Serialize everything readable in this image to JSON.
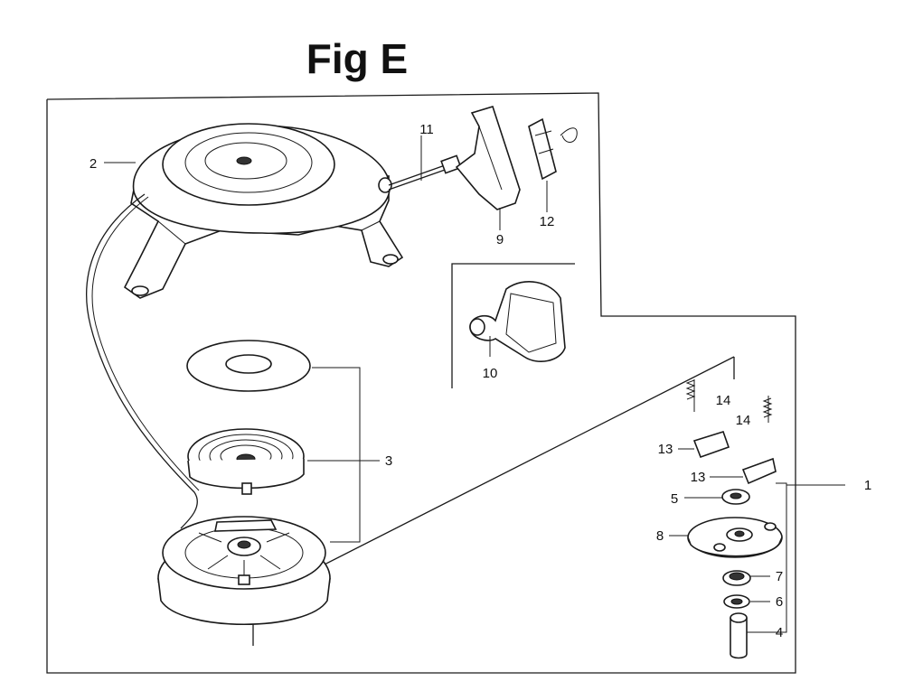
{
  "figure": {
    "title": "Fig E"
  },
  "callouts": [
    {
      "id": "label-1",
      "text": "1"
    },
    {
      "id": "label-2",
      "text": "2"
    },
    {
      "id": "label-3",
      "text": "3"
    },
    {
      "id": "label-4",
      "text": "4"
    },
    {
      "id": "label-5",
      "text": "5"
    },
    {
      "id": "label-6",
      "text": "6"
    },
    {
      "id": "label-7",
      "text": "7"
    },
    {
      "id": "label-8",
      "text": "8"
    },
    {
      "id": "label-9",
      "text": "9"
    },
    {
      "id": "label-10",
      "text": "10"
    },
    {
      "id": "label-11",
      "text": "11"
    },
    {
      "id": "label-12",
      "text": "12"
    },
    {
      "id": "label-13a",
      "text": "13"
    },
    {
      "id": "label-13b",
      "text": "13"
    },
    {
      "id": "label-14a",
      "text": "14"
    },
    {
      "id": "label-14b",
      "text": "14"
    }
  ]
}
